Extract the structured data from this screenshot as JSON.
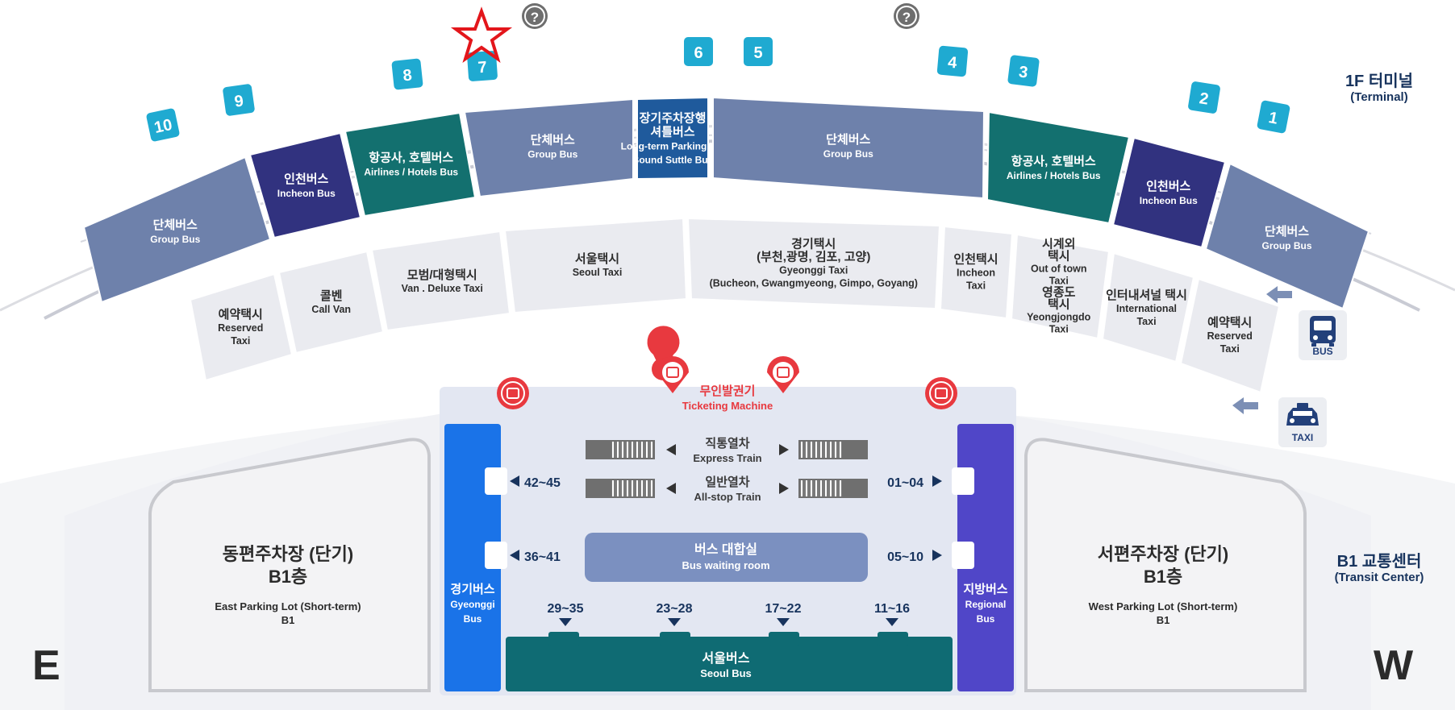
{
  "colors": {
    "slate": "#6e81ab",
    "navy": "#31327f",
    "teal": "#13706f",
    "parking_blue": "#1f5a9c",
    "gate_cyan": "#1faad1",
    "gyeonggi_blue": "#1a73e8",
    "regional_purple": "#5046c8",
    "seoul_teal": "#0f6b73",
    "waiting_room": "#7b90c0",
    "ticket_red": "#e8393f",
    "star_red": "#e3161b"
  },
  "terminal": {
    "ko": "1F 터미널",
    "en": "(Terminal)"
  },
  "transit": {
    "ko": "B1 교통센터",
    "en": "(Transit Center)"
  },
  "compass": {
    "east": "E",
    "west": "W"
  },
  "help_icons": [
    "?",
    "?"
  ],
  "gates": [
    "10",
    "9",
    "8",
    "7",
    "6",
    "5",
    "4",
    "3",
    "2",
    "1"
  ],
  "bus_zones": [
    {
      "ko": "단체버스",
      "en": "Group Bus",
      "color": "#6e81ab"
    },
    {
      "ko": "인천버스",
      "en": "Incheon Bus",
      "color": "#31327f"
    },
    {
      "ko": "항공사, 호텔버스",
      "en": "Airlines / Hotels Bus",
      "color": "#13706f"
    },
    {
      "ko": "단체버스",
      "en": "Group Bus",
      "color": "#6e81ab"
    },
    {
      "ko": "장기주차장행",
      "ko2": "셔틀버스",
      "en": "Long-term Parking Lot",
      "en2": "Bound Suttle Bus",
      "color": "#1f5a9c"
    },
    {
      "ko": "단체버스",
      "en": "Group Bus",
      "color": "#6e81ab"
    },
    {
      "ko": "항공사, 호텔버스",
      "en": "Airlines / Hotels Bus",
      "color": "#13706f"
    },
    {
      "ko": "인천버스",
      "en": "Incheon Bus",
      "color": "#31327f"
    },
    {
      "ko": "단체버스",
      "en": "Group Bus",
      "color": "#6e81ab"
    }
  ],
  "taxi_zones": [
    {
      "lines": [
        "예약택시",
        "Reserved",
        "Taxi"
      ]
    },
    {
      "lines": [
        "콜벤",
        "Call Van"
      ]
    },
    {
      "lines": [
        "모범/대형택시",
        "Van . Deluxe Taxi"
      ]
    },
    {
      "lines": [
        "서울택시",
        "Seoul Taxi"
      ]
    },
    {
      "lines": [
        "경기택시",
        "(부천,광명, 김포, 고양)",
        "Gyeonggi Taxi",
        "(Bucheon, Gwangmyeong, Gimpo, Goyang)"
      ]
    },
    {
      "lines": [
        "인천택시",
        "Incheon",
        "Taxi"
      ]
    },
    {
      "lines": [
        "시계외",
        "택시",
        "Out of town",
        "Taxi",
        "영종도",
        "택시",
        "Yeongjongdo",
        "Taxi"
      ]
    },
    {
      "lines": [
        "인터내셔널 택시",
        "International",
        "Taxi"
      ]
    },
    {
      "lines": [
        "예약택시",
        "Reserved",
        "Taxi"
      ]
    }
  ],
  "legend": {
    "bus": "BUS",
    "taxi": "TAXI"
  },
  "ticketing": {
    "ko": "무인발권기",
    "en": "Ticketing Machine"
  },
  "trains": [
    {
      "ko": "직통열차",
      "en": "Express Train"
    },
    {
      "ko": "일반열차",
      "en": "All-stop Train"
    }
  ],
  "exits": {
    "left_top": "42~45",
    "left_mid": "36~41",
    "right_top": "01~04",
    "right_mid": "05~10"
  },
  "platforms": [
    "29~35",
    "23~28",
    "17~22",
    "11~16"
  ],
  "waiting_room": {
    "ko": "버스 대합실",
    "en": "Bus waiting room"
  },
  "gyeonggi_bus": {
    "ko": "경기버스",
    "en": [
      "Gyeonggi",
      "Bus"
    ]
  },
  "regional_bus": {
    "ko": "지방버스",
    "en": [
      "Regional",
      "Bus"
    ]
  },
  "seoul_bus": {
    "ko": "서울버스",
    "en": "Seoul Bus"
  },
  "east_parking": {
    "ko": "동편주차장 (단기)",
    "ko2": "B1층",
    "en": "East Parking Lot (Short-term)",
    "en2": "B1"
  },
  "west_parking": {
    "ko": "서편주차장 (단기)",
    "ko2": "B1층",
    "en": "West Parking Lot (Short-term)",
    "en2": "B1"
  }
}
